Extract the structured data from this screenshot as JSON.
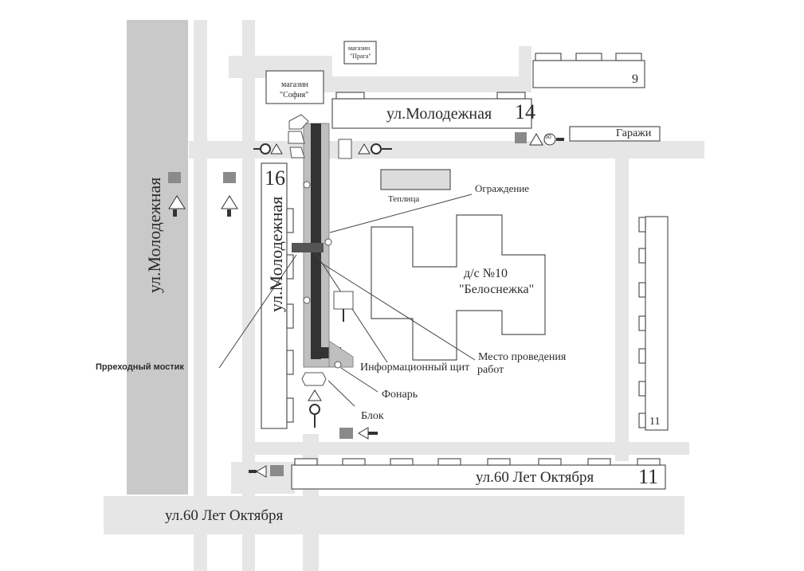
{
  "streets": {
    "molodezhnaya_main": "ул.Молодежная",
    "molodezhnaya_inner": "ул.Молодежная",
    "molodezhnaya_top": "ул.Молодежная",
    "oktyabrya_road": "ул.60 Лет Октября",
    "oktyabrya_building": "ул.60 Лет Октября"
  },
  "buildings": {
    "house_9": "9",
    "house_14": "14",
    "house_16": "16",
    "house_11_right": "11",
    "house_11_bottom": "11",
    "garages": "Гаражи",
    "shop_praga_line1": "магазин",
    "shop_praga_line2": "\"Прага\"",
    "shop_sofia_line1": "магазин",
    "shop_sofia_line2": "\"София\"",
    "greenhouse": "Теплица",
    "kindergarten_line1": "д/с №10",
    "kindergarten_line2": "\"Белоснежка\""
  },
  "annotations": {
    "fence": "Ограждение",
    "work_site_line1": "Место проведения",
    "work_site_line2": "работ",
    "info_board": "Информационный щит",
    "lamp": "Фонарь",
    "block": "Блок",
    "footbridge": "Прреходный мостик"
  },
  "signs": {
    "speed_limit": "50"
  },
  "colors": {
    "road": "#e6e6e6",
    "road_dark": "#c9c9c9",
    "work_zone": "#333333",
    "greenhouse_fill": "#dcdcdc",
    "sign_gray": "#8a8a8a"
  }
}
